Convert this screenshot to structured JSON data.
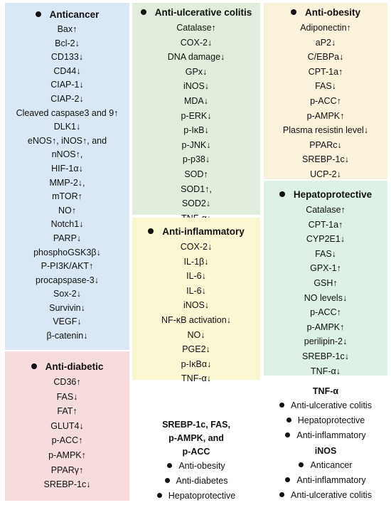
{
  "panels": {
    "anticancer": {
      "title": "Anticancer",
      "items": [
        "Bax↑",
        "Bcl-2↓",
        "CD133↓",
        "CD44↓",
        "CIAP-1↓",
        "CIAP-2↓",
        "Cleaved caspase3 and 9↑",
        "DLK1↓",
        "eNOS↑, iNOS↑, and",
        "nNOS↑,",
        "HIF-1α↓",
        "MMP-2↓,",
        "mTOR↑",
        "NO↑",
        "Notch1↓",
        "PARP↓",
        "phosphoGSK3β↓",
        "P-PI3K/AKT↑",
        "procapspase-3↓",
        "Sox-2↓",
        "Survivin↓",
        "VEGF↓",
        "β-catenin↓"
      ]
    },
    "antidiabetic": {
      "title": "Anti-diabetic",
      "items": [
        "CD36↑",
        "FAS↓",
        "FAT↑",
        "GLUT4↓",
        "p-ACC↑",
        "p-AMPK↑",
        "PPARγ↑",
        "SREBP-1c↓"
      ]
    },
    "colitis": {
      "title": "Anti-ulcerative colitis",
      "items": [
        "Catalase↑",
        "COX-2↓",
        "DNA damage↓",
        "GPx↓",
        "iNOS↓",
        "MDA↓",
        "p-ERK↓",
        "p-IκB↓",
        "p-JNK↓",
        "p-p38↓",
        "SOD↑",
        "SOD1↑,",
        "SOD2↓",
        "TNF-α↓"
      ]
    },
    "inflammatory": {
      "title": "Anti-inflammatory",
      "items": [
        "COX-2↓",
        "IL-1β↓",
        "IL-6↓",
        "IL-6↓",
        "iNOS↓",
        "NF-κB activation↓",
        "NO↓",
        "PGE2↓",
        "p-IκBα↓",
        "TNF-α↓"
      ]
    },
    "obesity": {
      "title": "Anti-obesity",
      "items": [
        "Adiponectin↑",
        "aP2↓",
        "C/EBPa↓",
        "CPT-1a↑",
        "FAS↓",
        "p-ACC↑",
        "p-AMPK↑",
        "Plasma resistin level↓",
        "PPARc↓",
        "SREBP-1c↓",
        "UCP-2↓"
      ]
    },
    "hepato": {
      "title": "Hepatoprotective",
      "items": [
        "Catalase↑",
        "CPT-1a↑",
        "CYP2E1↓",
        "FAS↓",
        "GPX-1↑",
        "GSH↑",
        "NO levels↓",
        "p-ACC↑",
        "p-AMPK↑",
        "perilipin-2↓",
        "SREBP-1c↓",
        "TNF-α↓"
      ]
    }
  },
  "legends": {
    "srebp": {
      "heading": [
        "SREBP-1c, FAS,",
        "p-AMPK, and",
        "p-ACC"
      ],
      "items": [
        "Anti-obesity",
        "Anti-diabetes",
        "Hepatoprotective"
      ]
    },
    "tnf": {
      "heading": [
        "TNF-α"
      ],
      "items": [
        "Anti-ulcerative colitis",
        "Hepatoprotective",
        "Anti-inflammatory"
      ]
    },
    "inos": {
      "heading": [
        "iNOS"
      ],
      "items": [
        "Anticancer",
        "Anti-inflammatory",
        "Anti-ulcerative colitis"
      ]
    }
  }
}
